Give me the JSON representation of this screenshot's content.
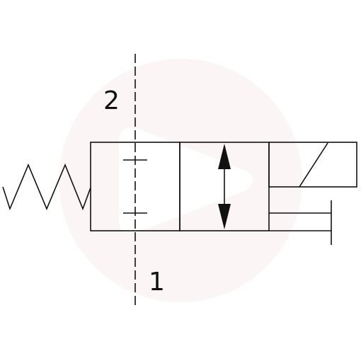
{
  "diagram": {
    "type": "hydraulic-valve-symbol",
    "ports": [
      {
        "id": "port-2",
        "label": "2"
      },
      {
        "id": "port-1",
        "label": "1"
      }
    ],
    "positions": [
      {
        "name": "closed",
        "symbol": "blocked-passage"
      },
      {
        "name": "open",
        "symbol": "bidirectional-flow"
      }
    ],
    "actuators": {
      "left": "spring",
      "right": "solenoid"
    },
    "watermark": {
      "shape": "circle-play",
      "color": "#f3d9dc"
    },
    "colors": {
      "line": "#111111",
      "background": "#ffffff"
    }
  }
}
